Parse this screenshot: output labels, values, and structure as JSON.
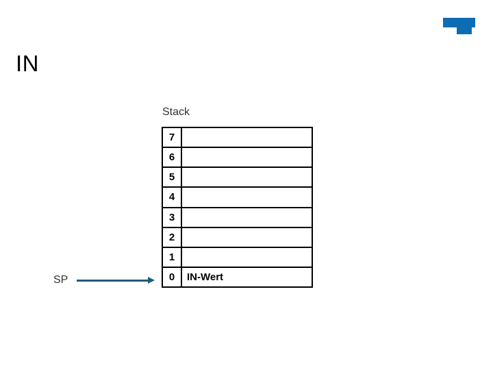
{
  "slide": {
    "title": "IN",
    "stack": {
      "label": "Stack",
      "rows": [
        {
          "index": "7",
          "value": ""
        },
        {
          "index": "6",
          "value": ""
        },
        {
          "index": "5",
          "value": ""
        },
        {
          "index": "4",
          "value": ""
        },
        {
          "index": "3",
          "value": ""
        },
        {
          "index": "2",
          "value": ""
        },
        {
          "index": "1",
          "value": ""
        },
        {
          "index": "0",
          "value": "IN-Wert"
        }
      ]
    },
    "sp_label": "SP",
    "colors": {
      "logo_blue": "#0E6CB4",
      "arrow_blue": "#1F5B7C",
      "table_border": "#000000",
      "cell_text": "#000000",
      "label_text": "#333333"
    }
  }
}
